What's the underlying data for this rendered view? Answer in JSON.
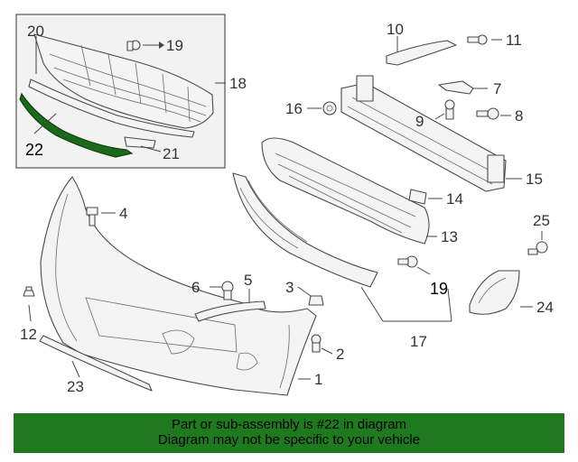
{
  "callouts": {
    "c1": "1",
    "c2": "2",
    "c3": "3",
    "c4": "4",
    "c5": "5",
    "c6": "6",
    "c7": "7",
    "c8": "8",
    "c9": "9",
    "c10": "10",
    "c11": "11",
    "c12": "12",
    "c13": "13",
    "c14": "14",
    "c15": "15",
    "c16": "16",
    "c17": "17",
    "c18": "18",
    "c19a": "19",
    "c19b": "19",
    "c20": "20",
    "c21": "21",
    "c22": "22",
    "c23": "23",
    "c24": "24",
    "c25": "25"
  },
  "highlight_color": "#1b6a1b",
  "banner": {
    "color": "#1f7a1f",
    "line1": "Part or sub-assembly is #22 in diagram",
    "line2": "Diagram may not be specific to your vehicle"
  }
}
